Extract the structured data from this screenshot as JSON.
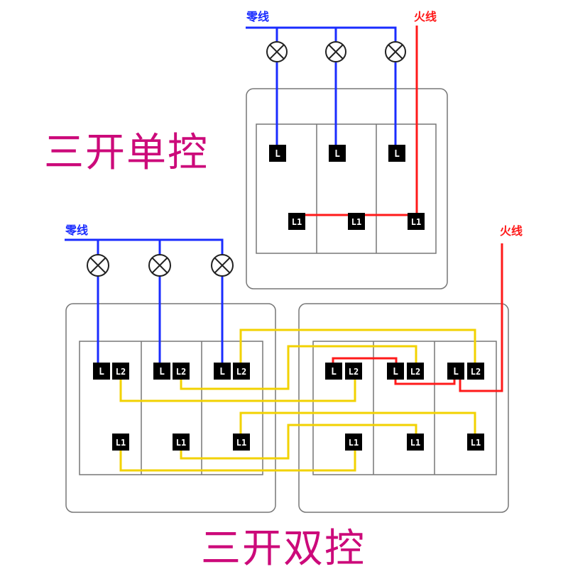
{
  "colors": {
    "neutral": "#1a2cff",
    "live": "#ff1a1a",
    "traveler": "#f2d200",
    "title": "#cc0a7a",
    "frame": "#777777",
    "terminal": "#000000",
    "terminal_text": "#ffffff"
  },
  "single_control": {
    "title": "三开单控",
    "neutral_label": "零线",
    "live_label": "火线",
    "lamp_icon": "lamp-cross-circle",
    "switches": [
      {
        "terminals": [
          "L",
          "L1"
        ]
      },
      {
        "terminals": [
          "L",
          "L1"
        ]
      },
      {
        "terminals": [
          "L",
          "L1"
        ]
      }
    ]
  },
  "double_control": {
    "title": "三开双控",
    "neutral_label": "零线",
    "live_label": "火线",
    "lamp_icon": "lamp-cross-circle",
    "left_panel": {
      "switches": [
        {
          "terminals": [
            "L",
            "L2",
            "L1"
          ]
        },
        {
          "terminals": [
            "L",
            "L2",
            "L1"
          ]
        },
        {
          "terminals": [
            "L",
            "L2",
            "L1"
          ]
        }
      ]
    },
    "right_panel": {
      "switches": [
        {
          "terminals": [
            "L",
            "L2",
            "L1"
          ]
        },
        {
          "terminals": [
            "L",
            "L2",
            "L1"
          ]
        },
        {
          "terminals": [
            "L",
            "L2",
            "L1"
          ]
        }
      ]
    }
  }
}
